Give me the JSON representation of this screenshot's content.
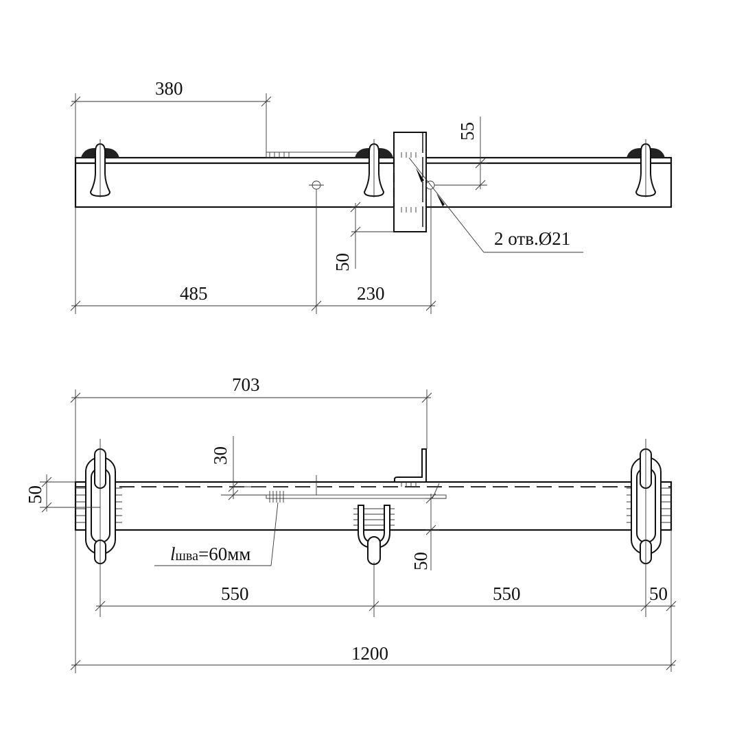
{
  "top_view": {
    "dim_380": "380",
    "dim_55": "55",
    "dim_50": "50",
    "dim_485": "485",
    "dim_230": "230",
    "holes_note": "2 отв.Ø21"
  },
  "bottom_view": {
    "dim_703": "703",
    "dim_30": "30",
    "dim_50_left": "50",
    "dim_50_right": "50",
    "weld_l": "l",
    "weld_sub": "шва",
    "weld_value": "=60мм",
    "dim_550_left": "550",
    "dim_550_right": "550",
    "dim_50_end": "50",
    "dim_1200": "1200"
  },
  "colors": {
    "line": "#111111",
    "background": "#ffffff"
  }
}
